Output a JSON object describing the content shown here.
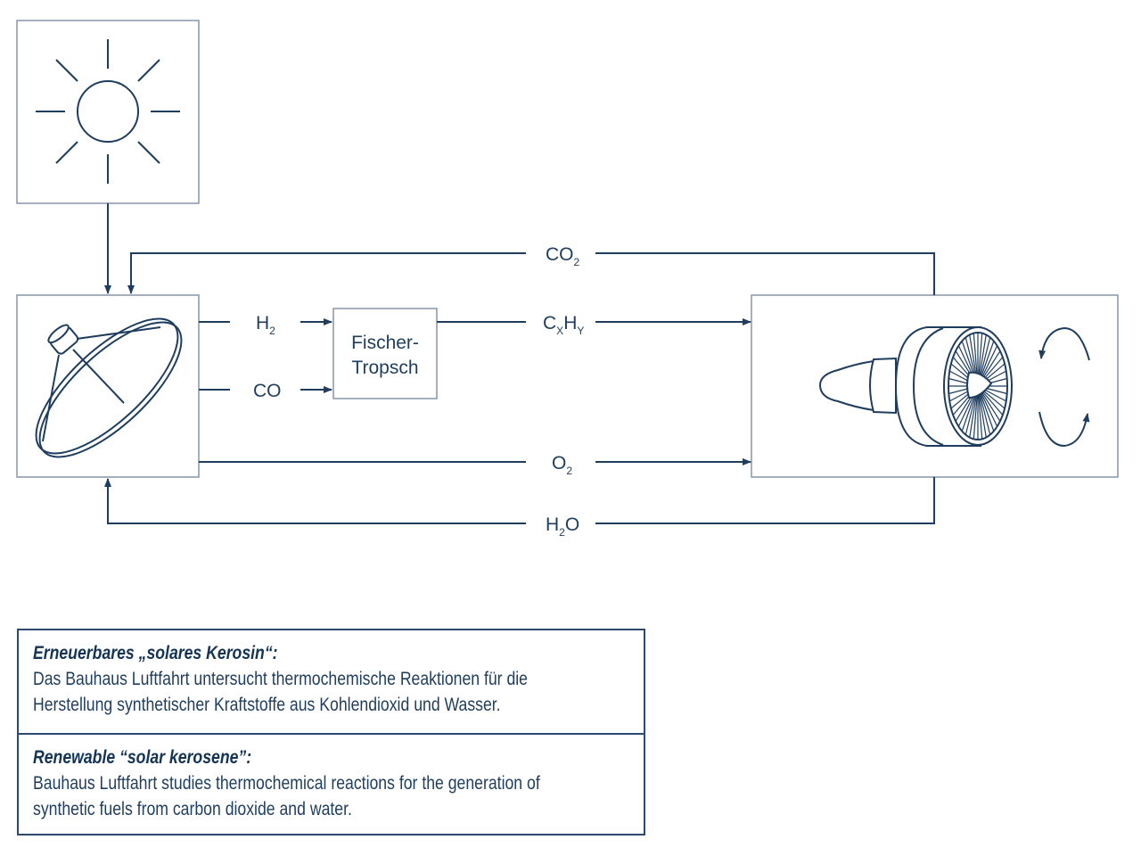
{
  "colors": {
    "line": "#1f3d5e",
    "box_border": "#8596ab"
  },
  "labels": {
    "co2": {
      "main": "CO",
      "sub": "2"
    },
    "h2": {
      "main": "H",
      "sub": "2"
    },
    "co": {
      "main": "CO"
    },
    "cxhy": {
      "c": "C",
      "x": "X",
      "h": "H",
      "y": "Y"
    },
    "o2": {
      "main": "O",
      "sub": "2"
    },
    "h2o": {
      "h": "H",
      "sub": "2",
      "o": "O"
    },
    "fischer_tropsch": {
      "line1": "Fischer-",
      "line2": "Tropsch"
    }
  },
  "icons": {
    "sun": "sun-icon",
    "dish": "solar-dish-icon",
    "engine": "jet-engine-icon",
    "rotation": "rotation-arrows-icon"
  },
  "info": {
    "de": {
      "title": "Erneuerbares „solares Kerosin“:",
      "line1": "Das Bauhaus Luftfahrt untersucht thermochemische Reaktionen für die",
      "line2": "Herstellung synthetischer Kraftstoffe aus Kohlendioxid und Wasser."
    },
    "en": {
      "title": "Renewable “solar kerosene”:",
      "line1": "Bauhaus Luftfahrt studies thermochemical reactions for the generation of",
      "line2": "synthetic fuels from carbon dioxide and water."
    }
  }
}
